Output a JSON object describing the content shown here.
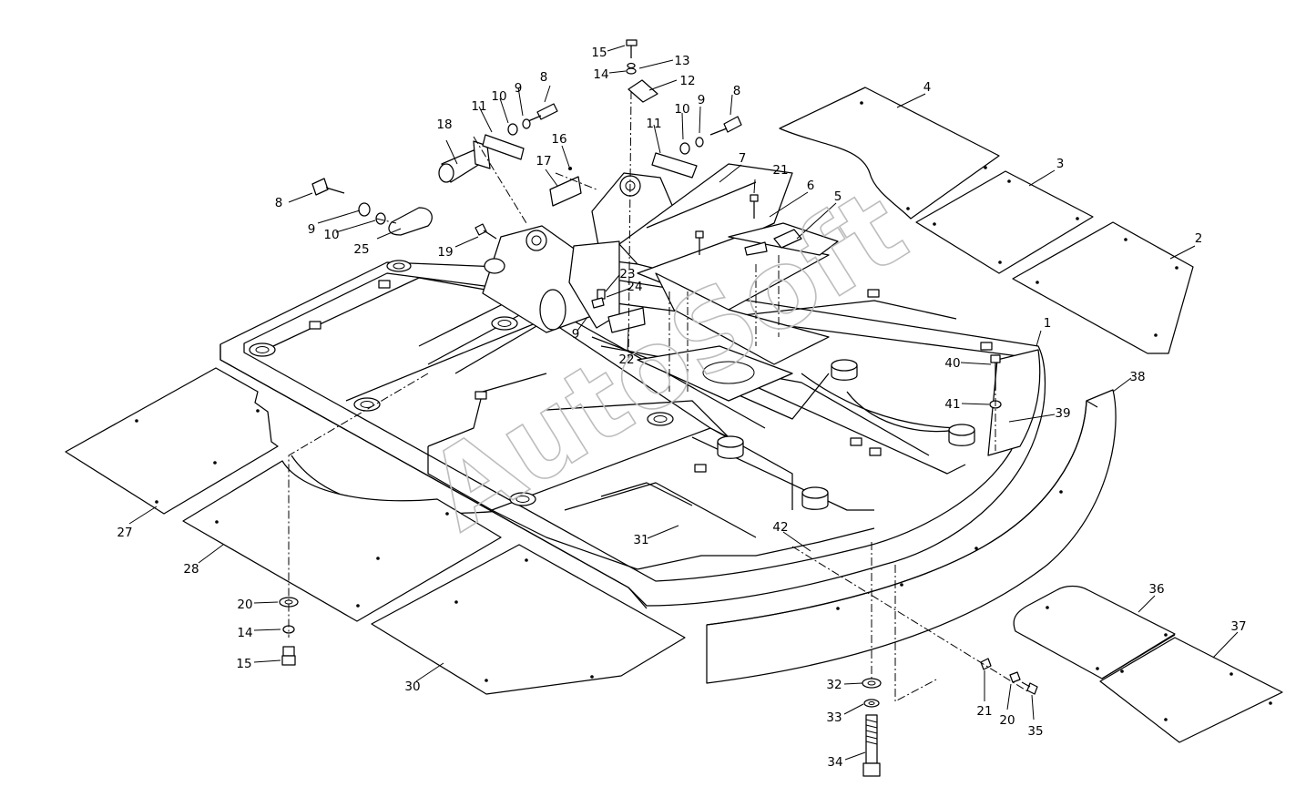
{
  "watermark": "AutoSoft",
  "callouts": [
    {
      "label": "1"
    },
    {
      "label": "2"
    },
    {
      "label": "3"
    },
    {
      "label": "4"
    },
    {
      "label": "5"
    },
    {
      "label": "6"
    },
    {
      "label": "7"
    },
    {
      "label": "8"
    },
    {
      "label": "8"
    },
    {
      "label": "8"
    },
    {
      "label": "9"
    },
    {
      "label": "9"
    },
    {
      "label": "9"
    },
    {
      "label": "9"
    },
    {
      "label": "10"
    },
    {
      "label": "10"
    },
    {
      "label": "10"
    },
    {
      "label": "11"
    },
    {
      "label": "11"
    },
    {
      "label": "12"
    },
    {
      "label": "13"
    },
    {
      "label": "14"
    },
    {
      "label": "14"
    },
    {
      "label": "15"
    },
    {
      "label": "15"
    },
    {
      "label": "16"
    },
    {
      "label": "17"
    },
    {
      "label": "18"
    },
    {
      "label": "19"
    },
    {
      "label": "20"
    },
    {
      "label": "20"
    },
    {
      "label": "21"
    },
    {
      "label": "21"
    },
    {
      "label": "22"
    },
    {
      "label": "23"
    },
    {
      "label": "24"
    },
    {
      "label": "25"
    },
    {
      "label": "27"
    },
    {
      "label": "28"
    },
    {
      "label": "30"
    },
    {
      "label": "31"
    },
    {
      "label": "32"
    },
    {
      "label": "33"
    },
    {
      "label": "34"
    },
    {
      "label": "35"
    },
    {
      "label": "36"
    },
    {
      "label": "37"
    },
    {
      "label": "38"
    },
    {
      "label": "39"
    },
    {
      "label": "40"
    },
    {
      "label": "41"
    },
    {
      "label": "42"
    }
  ]
}
